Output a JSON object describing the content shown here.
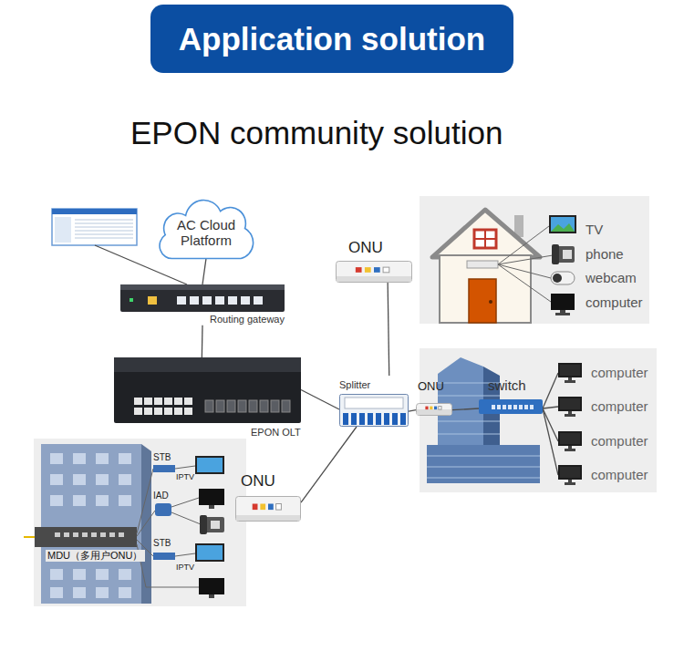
{
  "diagram": {
    "title": "Application solution",
    "nodes": [
      {
        "text": [
          "AC Cloud Platform"
        ]
      },
      {
        "text": [
          "Routing gateway"
        ]
      },
      {
        "text": [
          "ONU"
        ]
      },
      {
        "text": [
          "EPON OLT"
        ]
      },
      {
        "text": [
          "Splitter"
        ]
      },
      {
        "text": [
          "ONU"
        ]
      },
      {
        "text": [
          "switch"
        ]
      },
      {
        "text": [
          "computer"
        ]
      },
      {
        "text": [
          "computer"
        ]
      },
      {
        "text": [
          "computer"
        ]
      },
      {
        "text": [
          "computer"
        ]
      },
      {
        "text": [
          "ONU"
        ]
      }
    ],
    "edges": [
      {
        "from": 0,
        "to": 1,
        "arrow": "none"
      },
      {
        "from": 1,
        "to": 3,
        "arrow": "none"
      },
      {
        "from": 3,
        "to": 4,
        "arrow": "none"
      },
      {
        "from": 4,
        "to": 2,
        "arrow": "none"
      },
      {
        "from": 4,
        "to": 5,
        "arrow": "none"
      },
      {
        "from": 4,
        "to": 11,
        "arrow": "none"
      },
      {
        "from": 5,
        "to": 6,
        "arrow": "none"
      },
      {
        "from": 6,
        "to": 7,
        "arrow": "none"
      },
      {
        "from": 6,
        "to": 8,
        "arrow": "none"
      },
      {
        "from": 6,
        "to": 9,
        "arrow": "none"
      },
      {
        "from": 6,
        "to": 10,
        "arrow": "none"
      }
    ],
    "labels": [
      "EPON community solution",
      "TV",
      "phone",
      "webcam",
      "computer",
      "STB",
      "IPTV",
      "IAD",
      "STB",
      "IPTV",
      "MDU（多用户ONU）"
    ]
  }
}
